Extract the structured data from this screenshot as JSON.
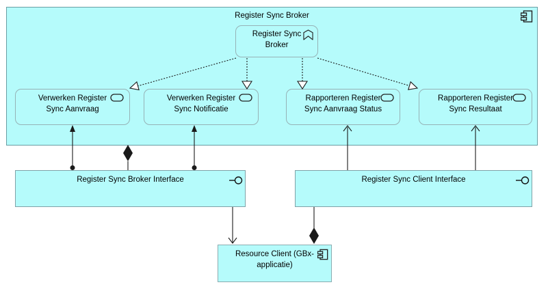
{
  "diagram": {
    "container": {
      "title": "Register Sync Broker",
      "icon": "component-icon"
    },
    "function_box": {
      "line1": "Register Sync",
      "line2": "Broker",
      "icon": "application-function-icon"
    },
    "services": [
      {
        "line1": "Verwerken Register",
        "line2": "Sync Aanvraag",
        "icon": "application-service-icon"
      },
      {
        "line1": "Verwerken Register",
        "line2": "Sync Notificatie",
        "icon": "application-service-icon"
      },
      {
        "line1": "Rapporteren Register",
        "line2": "Sync Aanvraag Status",
        "icon": "application-service-icon"
      },
      {
        "line1": "Rapporteren Register",
        "line2": "Sync Resultaat",
        "icon": "application-service-icon"
      }
    ],
    "interfaces": [
      {
        "label": "Register Sync Broker Interface",
        "icon": "interface-lollipop-icon"
      },
      {
        "label": "Register Sync Client Interface",
        "icon": "interface-lollipop-icon"
      }
    ],
    "resource_client": {
      "line1": "Resource Client (GBx-",
      "line2": "applicatie)",
      "icon": "component-icon"
    },
    "relationships": [
      {
        "type": "dashed-open-triangle",
        "from": "Register Sync Broker (function)",
        "to": "Verwerken Register Sync Aanvraag"
      },
      {
        "type": "dashed-open-triangle",
        "from": "Register Sync Broker (function)",
        "to": "Verwerken Register Sync Notificatie"
      },
      {
        "type": "dashed-open-triangle",
        "from": "Register Sync Broker (function)",
        "to": "Rapporteren Register Sync Aanvraag Status"
      },
      {
        "type": "dashed-open-triangle",
        "from": "Register Sync Broker (function)",
        "to": "Rapporteren Register Sync Resultaat"
      },
      {
        "type": "solid-ball-filled-arrow",
        "from": "Register Sync Broker Interface",
        "to": "Verwerken Register Sync Aanvraag"
      },
      {
        "type": "solid-ball-filled-arrow",
        "from": "Register Sync Broker Interface",
        "to": "Verwerken Register Sync Notificatie"
      },
      {
        "type": "solid-open-arrow",
        "from": "Register Sync Client Interface",
        "to": "Rapporteren Register Sync Aanvraag Status"
      },
      {
        "type": "solid-open-arrow",
        "from": "Register Sync Client Interface",
        "to": "Rapporteren Register Sync Resultaat"
      },
      {
        "type": "composition-diamond",
        "from": "Register Sync Broker (container)",
        "to": "Register Sync Broker Interface"
      },
      {
        "type": "solid-open-arrow",
        "from": "Register Sync Broker Interface",
        "to": "Resource Client (GBx-applicatie)"
      },
      {
        "type": "composition-diamond",
        "from": "Resource Client (GBx-applicatie)",
        "to": "Register Sync Client Interface"
      }
    ],
    "colors": {
      "node_fill": "#b5fbfb",
      "container_border": "#699da3",
      "rounded_border": "#96b2b6",
      "rect_border": "#7fa2a7",
      "connector": "#1a1a1a",
      "background": "#ffffff"
    }
  }
}
